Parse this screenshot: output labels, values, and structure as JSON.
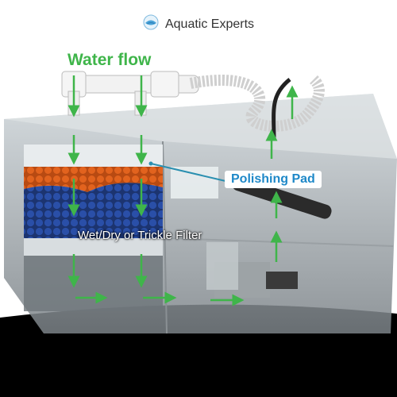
{
  "brand": {
    "name": "Aquatic Experts",
    "logo_icon": "aquatic-experts-logo-icon"
  },
  "labels": {
    "water_flow": "Water flow",
    "polishing_pad": "Polishing Pad",
    "filter": "Wet/Dry or Trickle Filter"
  },
  "colors": {
    "flow_arrow": "#3fb54a",
    "flow_label": "#3fb54a",
    "pad_label": "#1e88c8",
    "pad_pointer": "#2a8fb0",
    "bio_balls_orange": "#e2631e",
    "bio_balls_blue": "#2a4fa8",
    "background_bottom": "#000000"
  }
}
